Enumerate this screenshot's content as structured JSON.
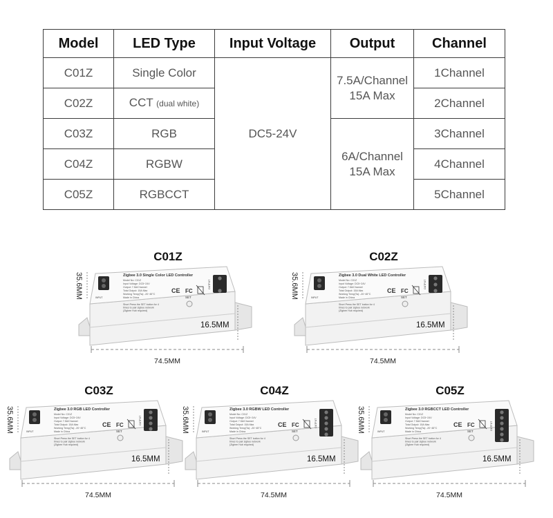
{
  "table": {
    "headers": [
      "Model",
      "LED Type",
      "Input Voltage",
      "Output",
      "Channel"
    ],
    "rows": [
      {
        "model": "C01Z",
        "led_type": "Single Color",
        "led_note": "",
        "channel": "1Channel"
      },
      {
        "model": "C02Z",
        "led_type": "CCT",
        "led_note": "(dual white)",
        "channel": "2Channel"
      },
      {
        "model": "C03Z",
        "led_type": "RGB",
        "led_note": "",
        "channel": "3Channel"
      },
      {
        "model": "C04Z",
        "led_type": "RGBW",
        "led_note": "",
        "channel": "4Channel"
      },
      {
        "model": "C05Z",
        "led_type": "RGBCCT",
        "led_note": "",
        "channel": "5Channel"
      }
    ],
    "input_voltage": "DC5-24V",
    "output_group_1": {
      "line1": "7.5A/Channel",
      "line2": "15A Max"
    },
    "output_group_2": {
      "line1": "6A/Channel",
      "line2": "15A Max"
    }
  },
  "products": [
    {
      "model": "C01Z",
      "label_title": "Zigbee 3.0 Single Color LED Controller",
      "channels": 1
    },
    {
      "model": "C02Z",
      "label_title": "Zigbee 3.0 Dual White LED Controller",
      "channels": 2
    },
    {
      "model": "C03Z",
      "label_title": "Zigbee 3.0 RGB LED Controller",
      "channels": 3
    },
    {
      "model": "C04Z",
      "label_title": "Zigbee 3.0 RGBW LED Controller",
      "channels": 4
    },
    {
      "model": "C05Z",
      "label_title": "Zigbee 3.0 RGBCCT LED Controller",
      "channels": 5
    }
  ],
  "dimensions": {
    "width": "74.5MM",
    "height": "16.5MM",
    "depth": "35.6MM"
  },
  "label": {
    "spec_lines": [
      "Model No: C01Z",
      "Input Voltage: DC5~24V",
      "Output: 7.5A/Channel",
      "Total Output: 15A Max",
      "Working Temp(Ta): -20~45°C",
      "Made in China"
    ],
    "note_lines": [
      "Short Press the SET button for 4",
      "times to pair zigbee network",
      "(Zigbee Hub required)"
    ],
    "set_text": "SET",
    "output_text": "OUTPUT",
    "input_text": "INPUT",
    "ce_text": "CE",
    "fc_text": "FC"
  },
  "colors": {
    "border": "#3a3a3a",
    "body_fill": "#f2f2f2",
    "terminal": "#2a2a2a",
    "dim_line": "#888888"
  }
}
